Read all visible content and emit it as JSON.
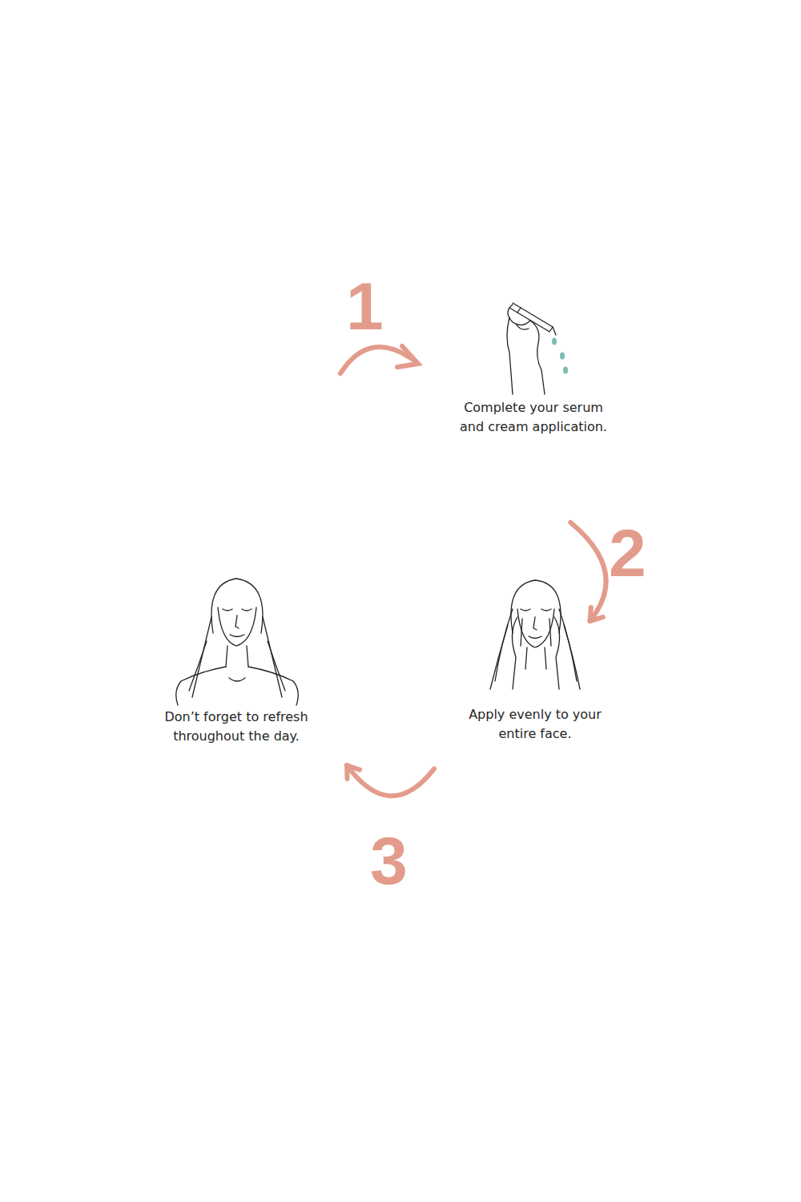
{
  "diagram": {
    "nodes": [
      {
        "text": [
          "Complete your serum and cream application."
        ]
      },
      {
        "text": [
          "Apply evenly to your entire face."
        ]
      },
      {
        "text": [
          "Don’t forget to refresh throughout the day."
        ]
      }
    ],
    "edges": [
      {
        "from": 0,
        "to": 1,
        "arrow": "to"
      },
      {
        "from": 1,
        "to": 2,
        "arrow": "to"
      }
    ],
    "labels": [
      "1",
      "2",
      "3"
    ]
  }
}
